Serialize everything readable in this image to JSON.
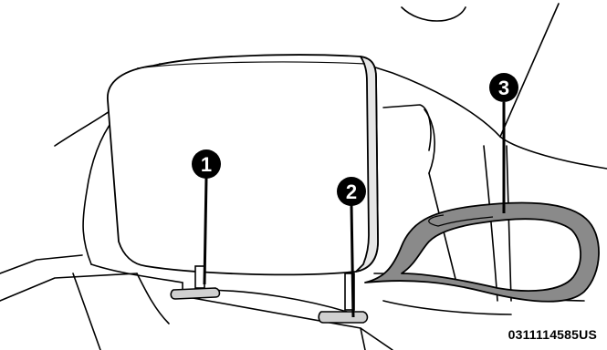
{
  "illustration": {
    "subject": "headrest-adjustment-diagram",
    "colors": {
      "outline": "#000000",
      "background": "#ffffff",
      "lever_fill": "#888888",
      "headrest_shade": "#e6e6e6"
    }
  },
  "callouts": [
    {
      "number": "1"
    },
    {
      "number": "2"
    },
    {
      "number": "3"
    }
  ],
  "figure_code": "0311114585US"
}
